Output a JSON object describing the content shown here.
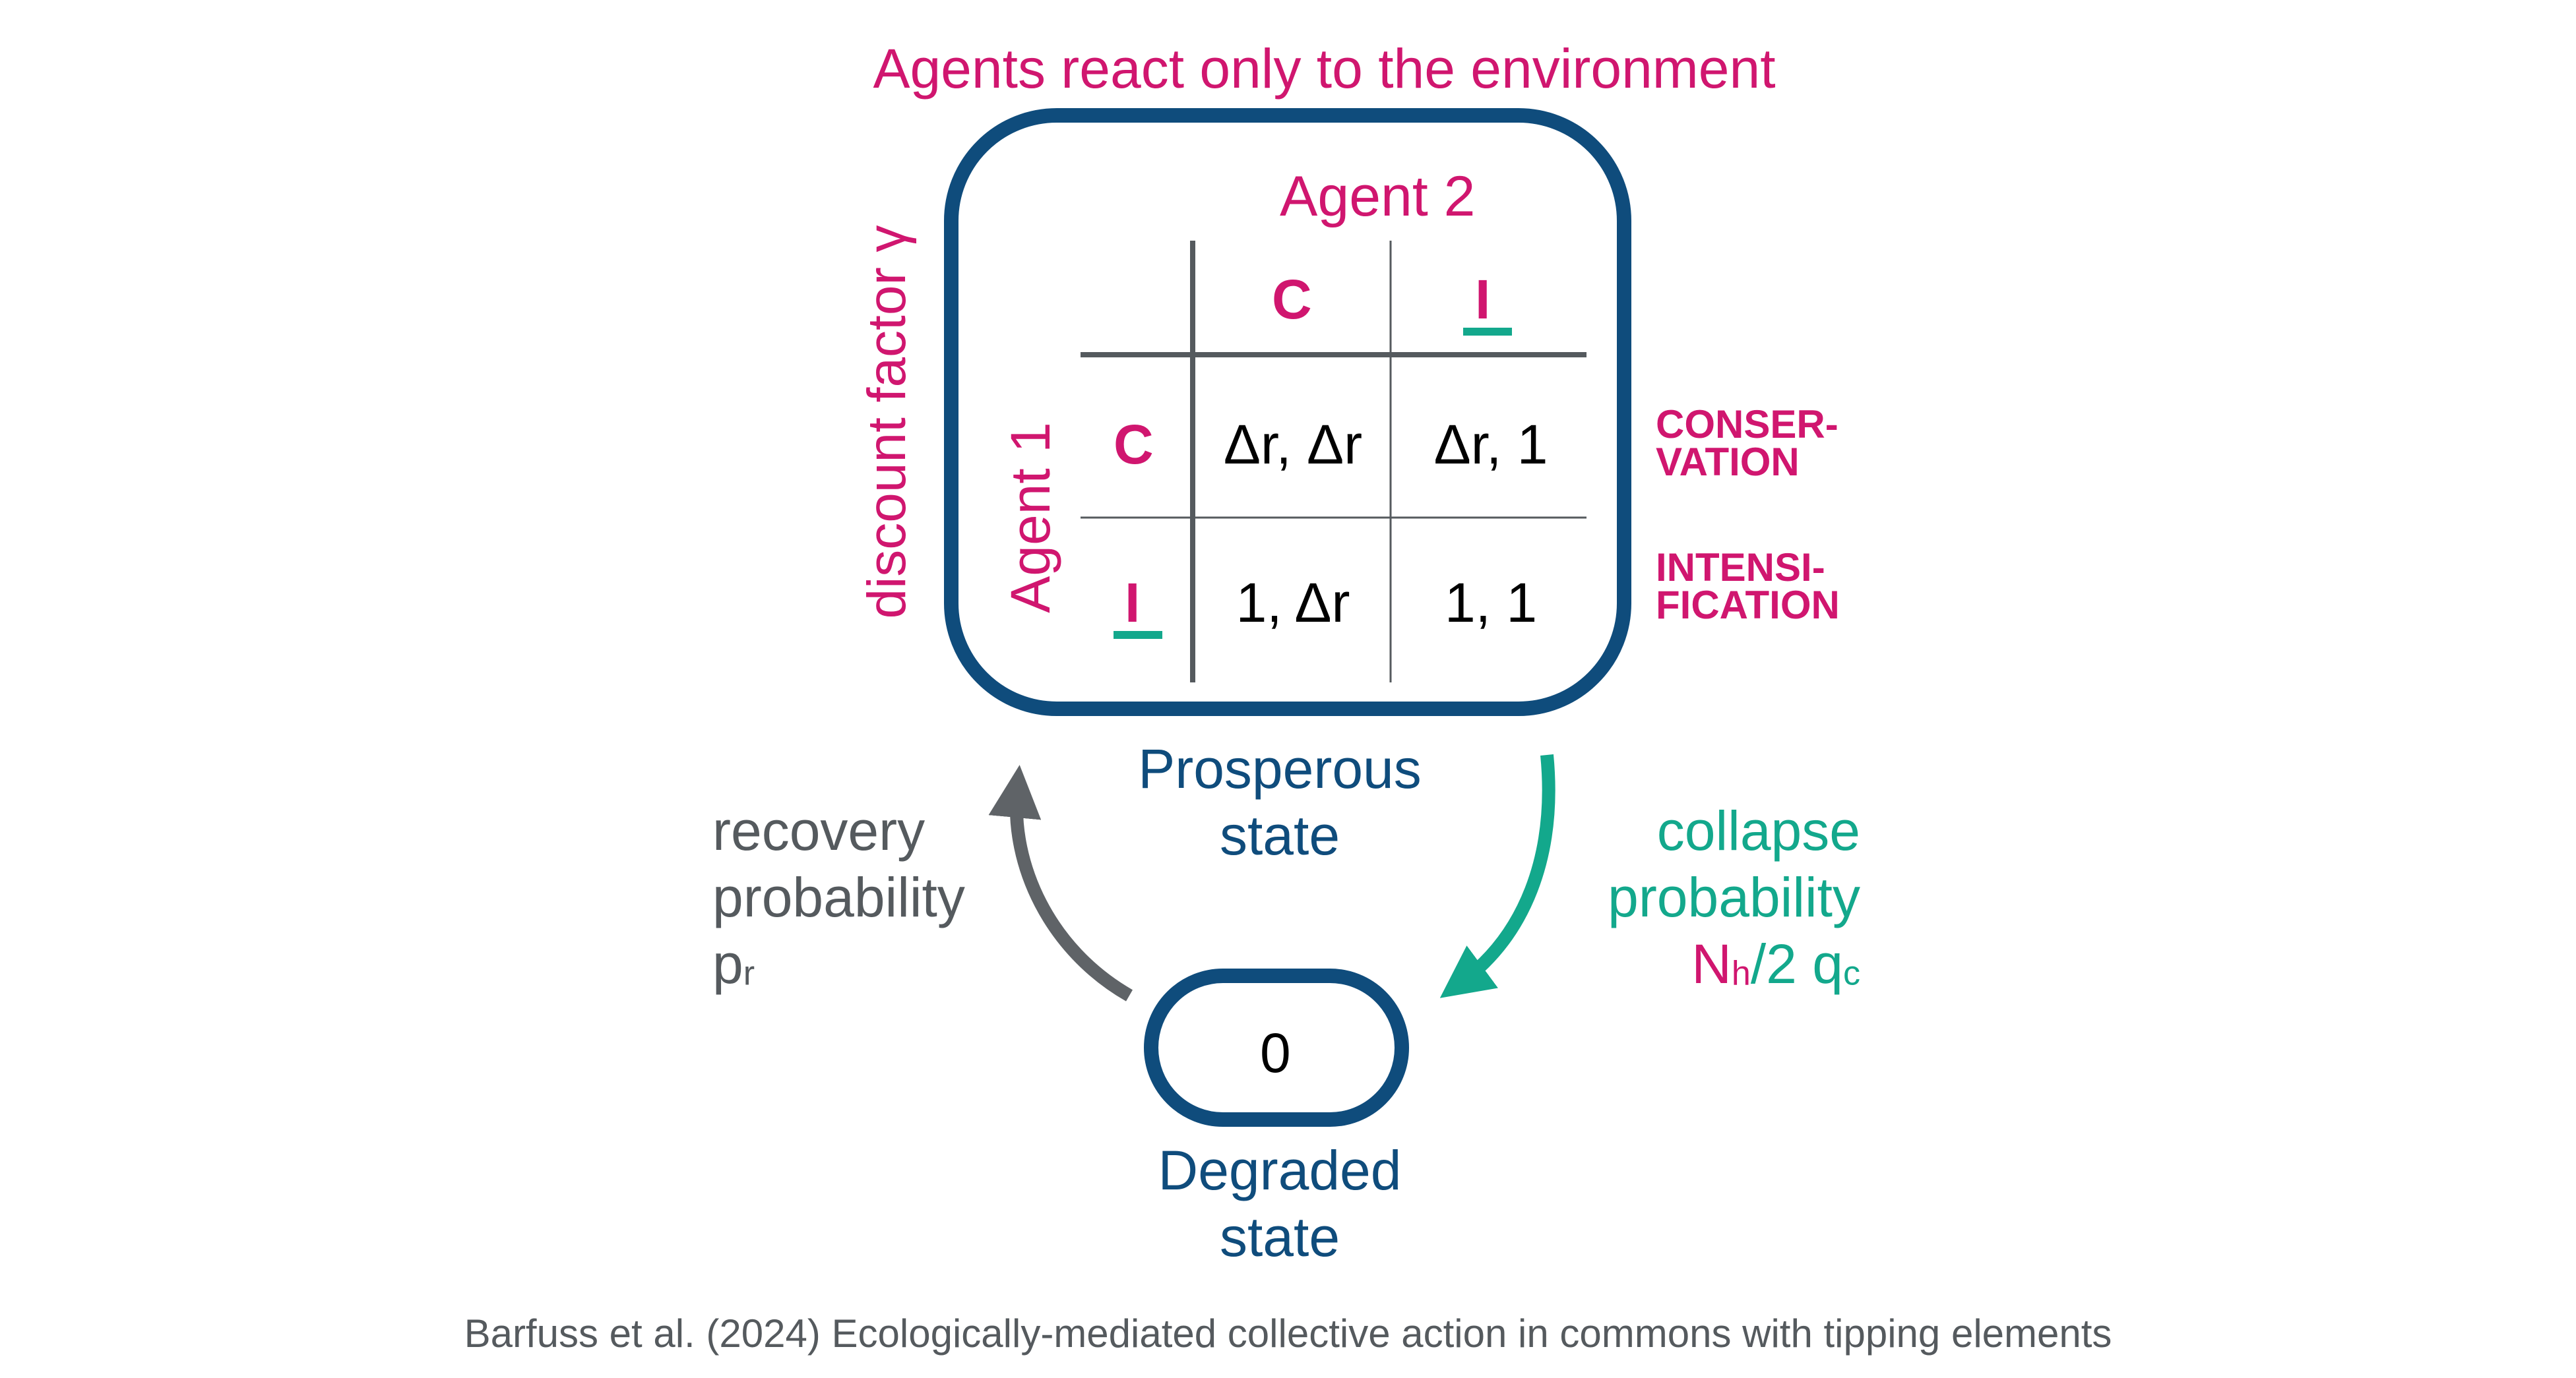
{
  "title": "Agents react only to the environment",
  "axis_label": "discount factor γ",
  "matrix": {
    "row_player": "Agent 1",
    "col_player": "Agent 2",
    "col_actions": [
      "C",
      "I"
    ],
    "row_actions": [
      "C",
      "I"
    ],
    "payoffs": [
      [
        "Δr, Δr",
        "Δr, 1"
      ],
      [
        "1, Δr",
        "1, 1"
      ]
    ]
  },
  "legend": {
    "conservation": {
      "initial": "C",
      "rest_line1": "ONSER-",
      "line2": "VATION"
    },
    "intensification": {
      "initial": "I",
      "rest_line1": "NTENSI-",
      "line2": "FICATION"
    }
  },
  "states": {
    "prosperous": "Prosperous state",
    "degraded": "Degraded state",
    "degraded_value": "0"
  },
  "transitions": {
    "recovery": {
      "line1": "recovery",
      "line2": "probability",
      "symbol": "p",
      "subscript": "r"
    },
    "collapse": {
      "line1": "collapse",
      "line2": "probability",
      "n_symbol": "N",
      "n_sub": "h",
      "rest": "/2 q",
      "q_sub": "c"
    }
  },
  "colors": {
    "magenta": "#d0166f",
    "blue": "#0f4c7c",
    "teal": "#13a88c",
    "gray_arrow": "#5f6367",
    "grid": "#555a5e"
  },
  "citation": "Barfuss et al. (2024) Ecologically-mediated collective action in commons with tipping elements"
}
